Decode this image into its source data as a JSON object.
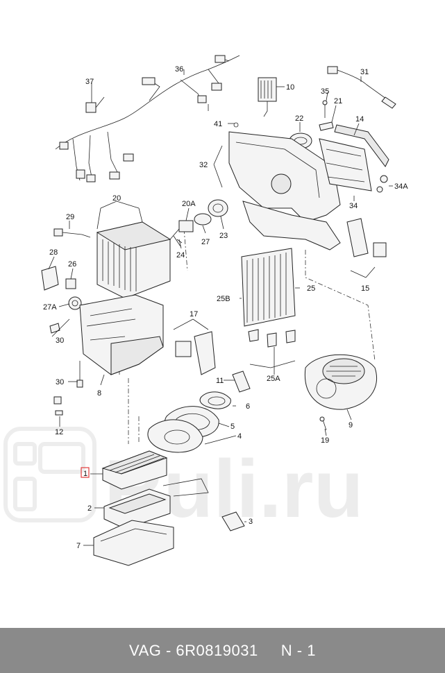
{
  "diagram": {
    "callouts": [
      "1",
      "2",
      "3",
      "4",
      "5",
      "6",
      "7",
      "8",
      "9",
      "10",
      "11",
      "12",
      "14",
      "15",
      "17",
      "19",
      "20",
      "20A",
      "21",
      "22",
      "23",
      "24",
      "25",
      "25A",
      "25B",
      "26",
      "27",
      "27A",
      "28",
      "29",
      "30",
      "30",
      "31",
      "32",
      "34",
      "34A",
      "35",
      "36",
      "37",
      "41"
    ],
    "highlighted_callout": "1",
    "watermark": "Ruli.ru"
  },
  "footer": {
    "brand": "VAG",
    "separator1": " - ",
    "part_number": "6R0819031",
    "spacer": "     ",
    "position": "N - 1"
  },
  "colors": {
    "footer_bg": "#8a8a8a",
    "footer_text": "#ffffff",
    "highlight": "#e23b3b",
    "line": "#222222"
  }
}
